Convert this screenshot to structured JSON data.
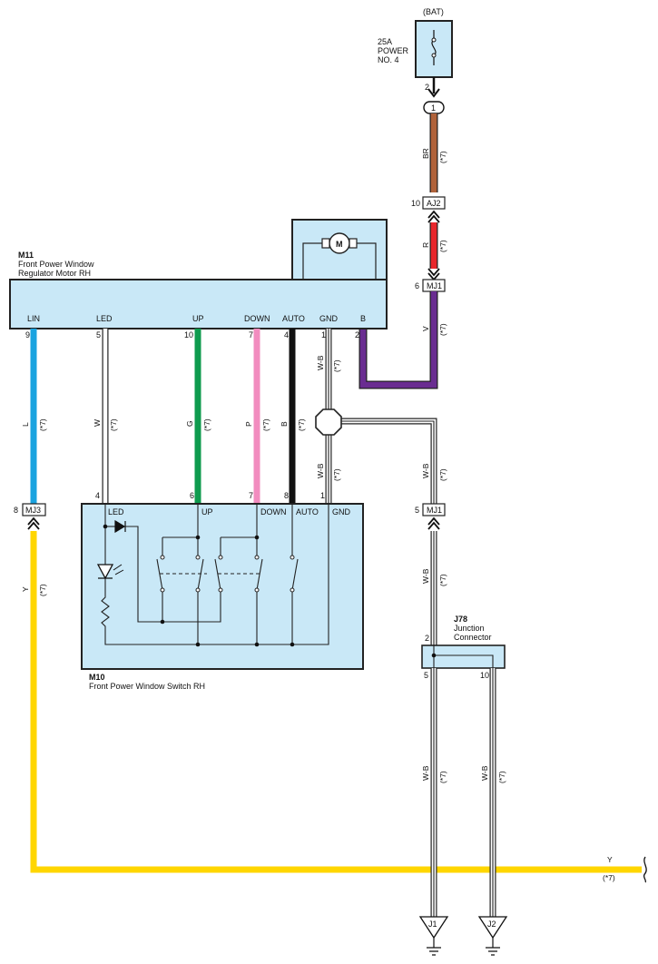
{
  "fuse": {
    "source": "(BAT)",
    "label_line1": "25A",
    "label_line2": "POWER",
    "label_line3": "NO. 4",
    "pin": "2"
  },
  "connectors": {
    "splice_top": "1",
    "aj2": {
      "name": "AJ2",
      "pin": "10"
    },
    "mj1_top": {
      "name": "MJ1",
      "pin": "6"
    },
    "mj1_mid": {
      "name": "MJ1",
      "pin": "5"
    },
    "mj3": {
      "name": "MJ3",
      "pin": "8"
    },
    "j1": "J1",
    "j2": "J2"
  },
  "wires": {
    "br": {
      "color_code": "BR",
      "note": "(*7)"
    },
    "r": {
      "color_code": "R",
      "note": "(*7)"
    },
    "v": {
      "color_code": "V",
      "note": "(*7)"
    },
    "l": {
      "color_code": "L",
      "note": "(*7)"
    },
    "w": {
      "color_code": "W",
      "note": "(*7)"
    },
    "g": {
      "color_code": "G",
      "note": "(*7)"
    },
    "p": {
      "color_code": "P",
      "note": "(*7)"
    },
    "blk": {
      "color_code": "B",
      "note": "(*7)"
    },
    "wb": {
      "color_code": "W-B",
      "note": "(*7)"
    },
    "y": {
      "color_code": "Y",
      "note": "(*7)"
    }
  },
  "motor": {
    "id": "M11",
    "name_line1": "Front Power Window",
    "name_line2": "Regulator Motor RH",
    "symbol": "M",
    "terminals": [
      {
        "label": "LIN",
        "pin": "9"
      },
      {
        "label": "LED",
        "pin": "5"
      },
      {
        "label": "UP",
        "pin": "10"
      },
      {
        "label": "DOWN",
        "pin": "7"
      },
      {
        "label": "AUTO",
        "pin": "4"
      },
      {
        "label": "GND",
        "pin": "1"
      },
      {
        "label": "B",
        "pin": "2"
      }
    ]
  },
  "switch": {
    "id": "M10",
    "name": "Front Power Window Switch RH",
    "terminals": [
      {
        "label": "LED",
        "pin": "4"
      },
      {
        "label": "UP",
        "pin": "6"
      },
      {
        "label": "DOWN",
        "pin": "7"
      },
      {
        "label": "AUTO",
        "pin": "8"
      },
      {
        "label": "GND",
        "pin": "1"
      }
    ]
  },
  "junction": {
    "id": "J78",
    "name_line1": "Junction",
    "name_line2": "Connector",
    "pin_in": "2",
    "pin_out1": "5",
    "pin_out2": "10"
  },
  "colors": {
    "box": "#c9e8f7",
    "brown": "#b0623a",
    "red": "#e8262b",
    "violet": "#6a2d91",
    "blue": "#1aa3e0",
    "green": "#0e9b4e",
    "pink": "#f28cbf",
    "black": "#111111",
    "yellow": "#ffd600"
  }
}
